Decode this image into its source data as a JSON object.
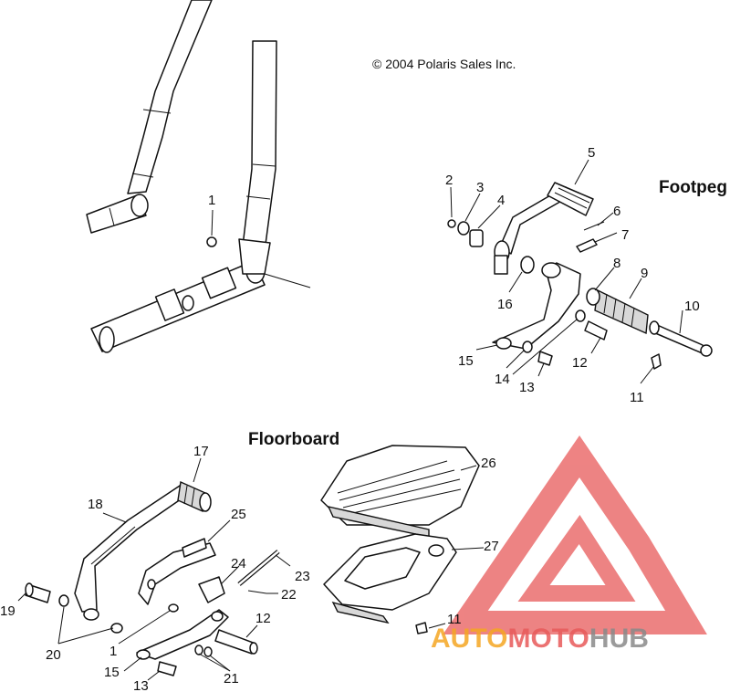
{
  "copyright": "© 2004 Polaris Sales Inc.",
  "sections": {
    "footpeg": "Footpeg",
    "floorboard": "Floorboard"
  },
  "frame_callouts": {
    "c1": "1"
  },
  "footpeg_callouts": {
    "c2": "2",
    "c3": "3",
    "c4": "4",
    "c5": "5",
    "c6": "6",
    "c7": "7",
    "c8": "8",
    "c9": "9",
    "c10": "10",
    "c11": "11",
    "c12": "12",
    "c13": "13",
    "c14": "14",
    "c15": "15",
    "c16": "16"
  },
  "floorboard_callouts": {
    "c17": "17",
    "c18": "18",
    "c19": "19",
    "c20": "20",
    "c1": "1",
    "c15": "15",
    "c13": "13",
    "c21": "21",
    "c25": "25",
    "c24": "24",
    "c23": "23",
    "c22": "22",
    "c12": "12",
    "c26": "26",
    "c27": "27",
    "c11": "11"
  },
  "watermark": {
    "part1": "AUTO",
    "part2": "MOTO",
    "part3": "HUB",
    "color_red": "#e85a5a",
    "color_orange": "#f5a623",
    "color_gray": "#8a8a8a"
  }
}
